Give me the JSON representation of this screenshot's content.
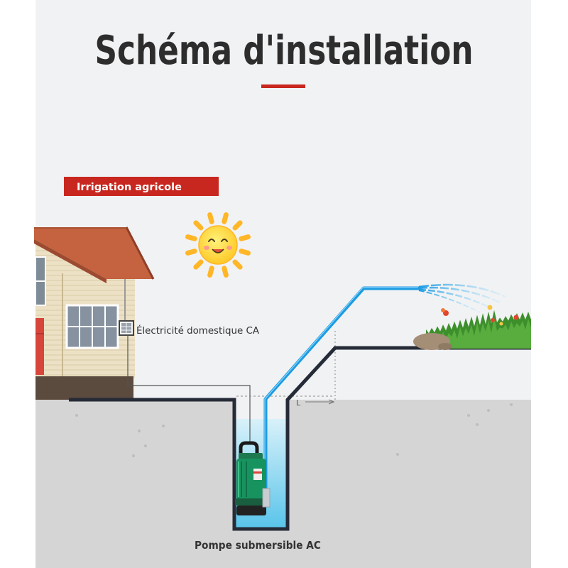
{
  "title": "Schéma d'installation",
  "banner": {
    "label": "Irrigation agricole"
  },
  "labels": {
    "power_source": "Électricité domestique CA",
    "pump": "Pompe submersible AC",
    "distance": "L"
  },
  "colors": {
    "accent": "#c8271f",
    "pipe": "#1d9be2",
    "ground": "#d5d5d5",
    "ground_outline": "#262b38",
    "pump_body": "#17935f",
    "grass": "#3d8f2c",
    "sun": "#ffd83a"
  },
  "icons": [
    "sun-icon",
    "house-icon",
    "electrical-box-icon",
    "submersible-pump-icon",
    "grass-field-icon",
    "water-spray-icon"
  ]
}
